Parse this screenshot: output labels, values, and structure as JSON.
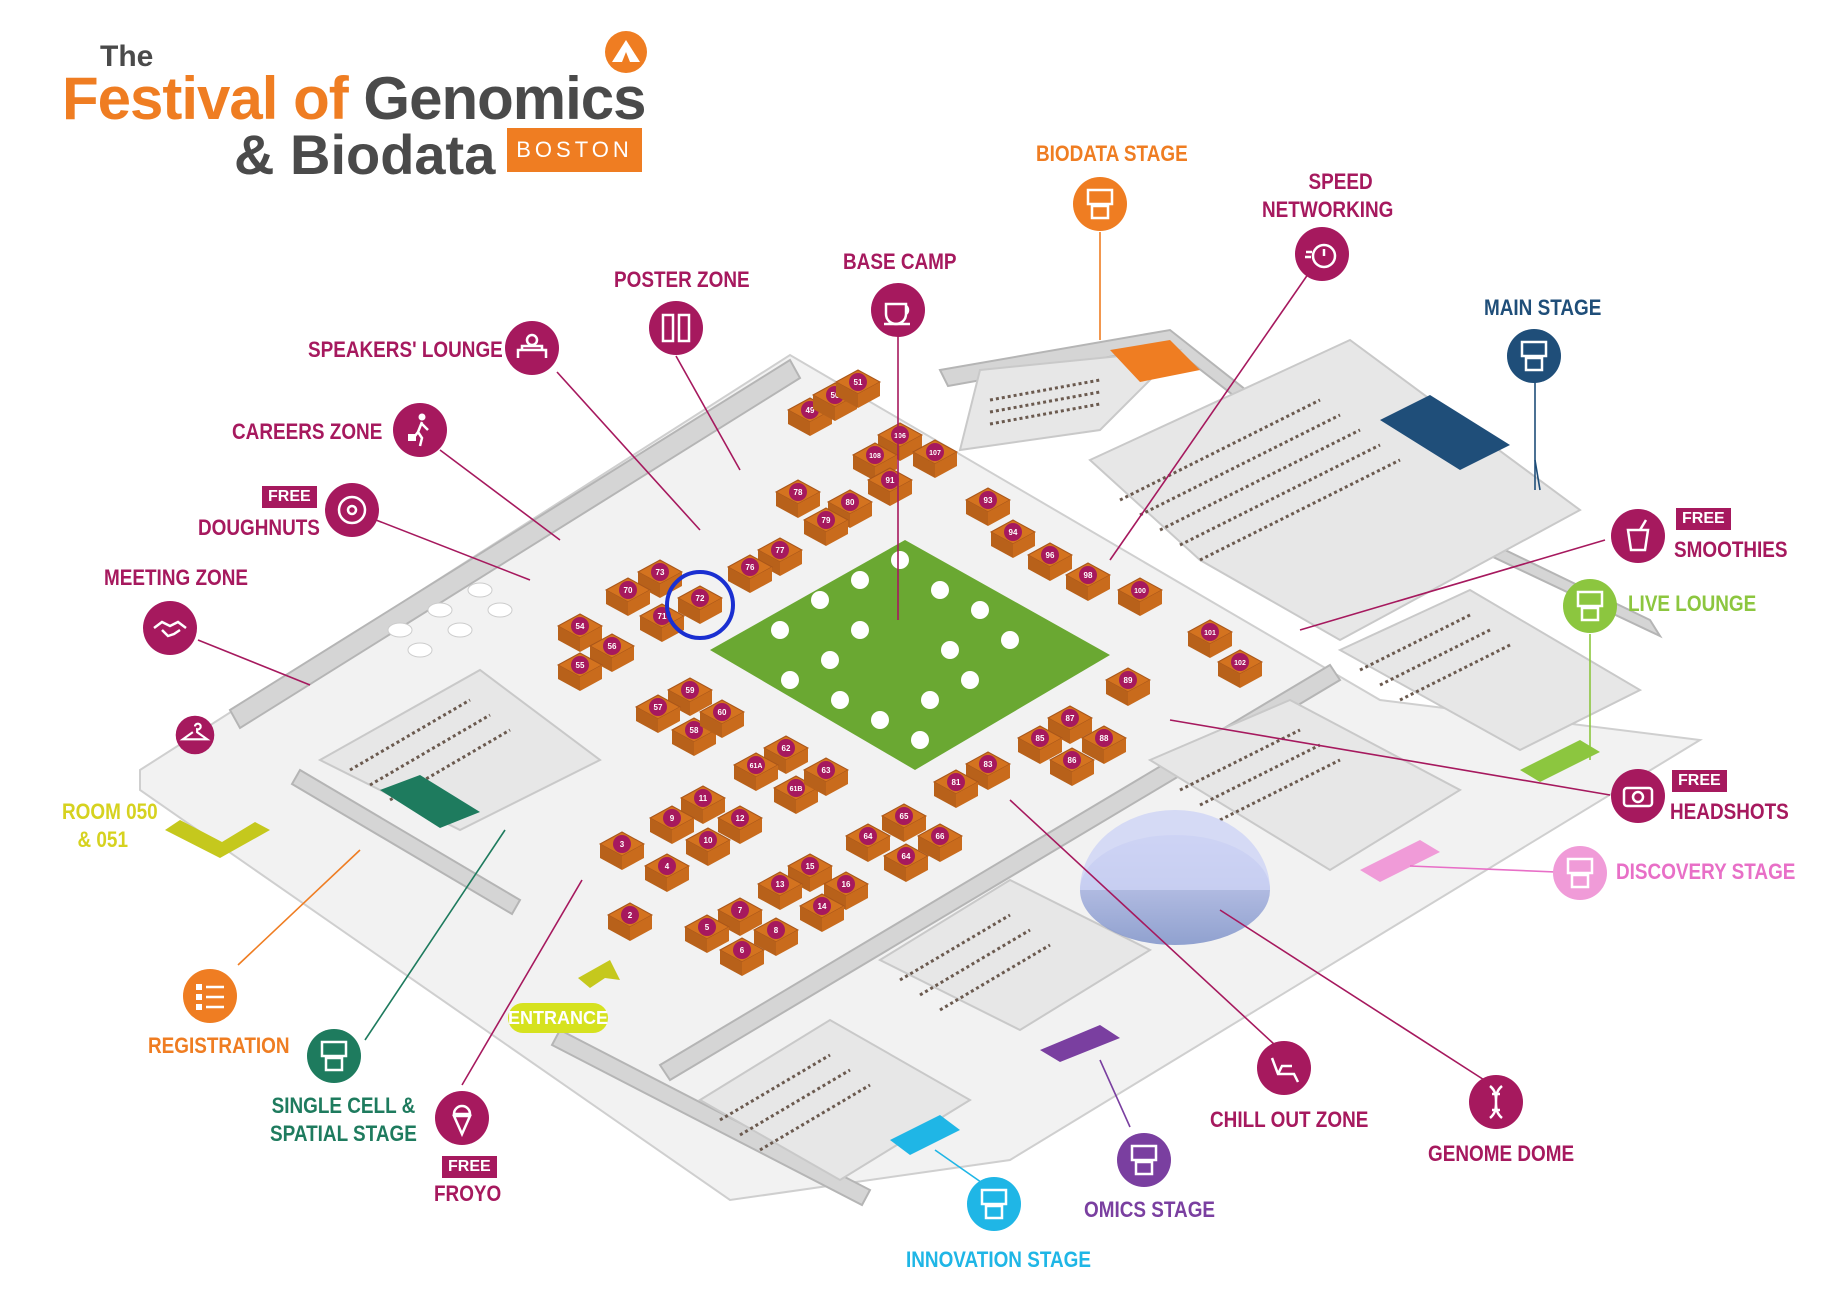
{
  "logo": {
    "the": "The",
    "line1_a": "Festival ",
    "line1_of": "of",
    "line1_b": " Genomics",
    "line2": "& Biodata",
    "city": "BOSTON"
  },
  "colors": {
    "magenta": "#a6195e",
    "orange": "#ef7d22",
    "navy": "#1f4e79",
    "green": "#1e7b5e",
    "lime": "#8cc63f",
    "yellow": "#d6d21f",
    "cyan": "#1fb6e6",
    "purple": "#7a3fa0",
    "pink": "#e86fc7",
    "booth": "#d4731f",
    "lawn": "#6aa832"
  },
  "zones": {
    "biodata_stage": "BIODATA STAGE",
    "speed_networking_1": "SPEED",
    "speed_networking_2": "NETWORKING",
    "base_camp": "BASE CAMP",
    "poster_zone": "POSTER ZONE",
    "speakers_lounge": "SPEAKERS' LOUNGE",
    "careers_zone": "CAREERS ZONE",
    "doughnuts": "DOUGHNUTS",
    "meeting_zone": "MEETING ZONE",
    "main_stage": "MAIN STAGE",
    "smoothies": "SMOOTHIES",
    "live_lounge": "LIVE LOUNGE",
    "headshots": "HEADSHOTS",
    "discovery_stage": "DISCOVERY STAGE",
    "room_1": "ROOM 050",
    "room_2": "& 051",
    "registration": "REGISTRATION",
    "single_cell_1": "SINGLE CELL &",
    "single_cell_2": "SPATIAL STAGE",
    "froyo": "FROYO",
    "entrance": "ENTRANCE",
    "chill_out": "CHILL OUT ZONE",
    "genome_dome": "GENOME DOME",
    "omics_stage": "OMICS STAGE",
    "innovation_stage": "INNOVATION STAGE",
    "free": "FREE"
  },
  "booths": [
    "49",
    "50",
    "51",
    "106",
    "107",
    "108",
    "91",
    "78",
    "80",
    "79",
    "77",
    "76",
    "93",
    "94",
    "96",
    "98",
    "100",
    "101",
    "102",
    "73",
    "72",
    "70",
    "71",
    "54",
    "56",
    "55",
    "59",
    "57",
    "58",
    "60",
    "62",
    "61A",
    "61B",
    "63",
    "89",
    "87",
    "85",
    "88",
    "86",
    "83",
    "81",
    "65",
    "64",
    "66",
    "64",
    "11",
    "9",
    "12",
    "10",
    "3",
    "4",
    "2",
    "15",
    "13",
    "16",
    "14",
    "7",
    "5",
    "8",
    "6"
  ]
}
